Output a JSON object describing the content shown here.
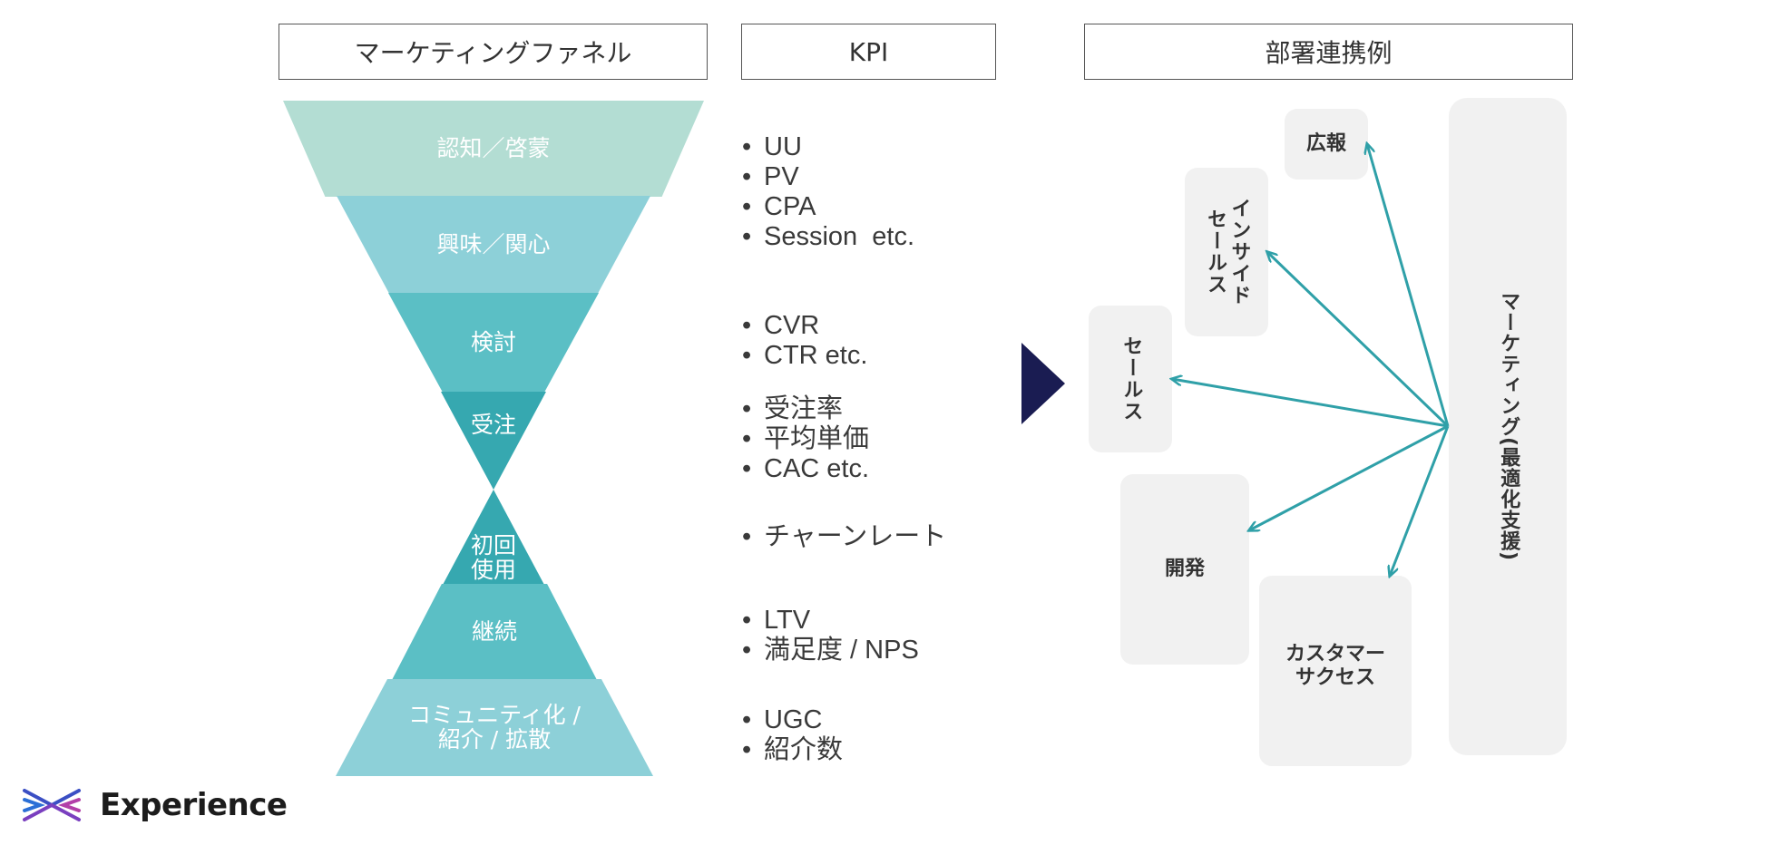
{
  "headers": {
    "funnel": "マーケティングファネル",
    "kpi": "KPI",
    "dept": "部署連携例"
  },
  "funnel": [
    {
      "label": "認知／啓蒙",
      "color": "#b3ddd3"
    },
    {
      "label": "興味／関心",
      "color": "#8dd0d8"
    },
    {
      "label": "検討",
      "color": "#5bbfc5"
    },
    {
      "label": "受注",
      "color": "#36a8b0"
    },
    {
      "label": "初回\n使用",
      "color": "#36a8b0"
    },
    {
      "label": "継続",
      "color": "#5bbfc5"
    },
    {
      "label": "コミュニティ化 /\n紹介 / 拡散",
      "color": "#8dd0d8"
    }
  ],
  "kpi_groups": [
    [
      "UU",
      "PV",
      "CPA",
      "Session  etc."
    ],
    [
      "CVR",
      "CTR etc."
    ],
    [
      "受注率",
      "平均単価",
      "CAC etc."
    ],
    [
      "チャーンレート"
    ],
    [
      "LTV",
      "満足度 / NPS"
    ],
    [
      "UGC",
      "紹介数"
    ]
  ],
  "departments": {
    "pr": "広報",
    "inside_sales": "インサイド\nセールス",
    "sales": "セールス",
    "development": "開発",
    "customer_success": "カスタマー\nサクセス",
    "marketing": "マーケティング(最適化支援)"
  },
  "arrow_color": "#2fa0a8",
  "accent_navy": "#1a1c52",
  "logo_text": "Experience"
}
